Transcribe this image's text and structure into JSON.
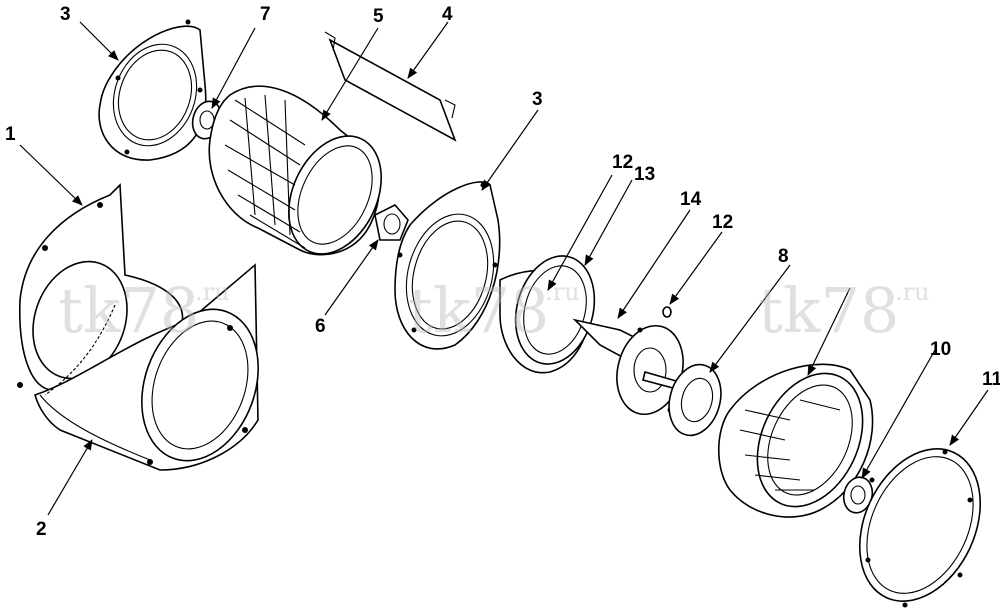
{
  "callouts": [
    {
      "id": "c1",
      "label": "1"
    },
    {
      "id": "c2",
      "label": "2"
    },
    {
      "id": "c3a",
      "label": "3"
    },
    {
      "id": "c7",
      "label": "7"
    },
    {
      "id": "c5",
      "label": "5"
    },
    {
      "id": "c4",
      "label": "4"
    },
    {
      "id": "c3b",
      "label": "3"
    },
    {
      "id": "c6",
      "label": "6"
    },
    {
      "id": "c12a",
      "label": "12"
    },
    {
      "id": "c13",
      "label": "13"
    },
    {
      "id": "c14",
      "label": "14"
    },
    {
      "id": "c12b",
      "label": "12"
    },
    {
      "id": "c8",
      "label": "8"
    },
    {
      "id": "c10",
      "label": "10"
    },
    {
      "id": "c11",
      "label": "11"
    }
  ],
  "watermark": {
    "text": "tk78",
    "suffix": ".ru"
  }
}
